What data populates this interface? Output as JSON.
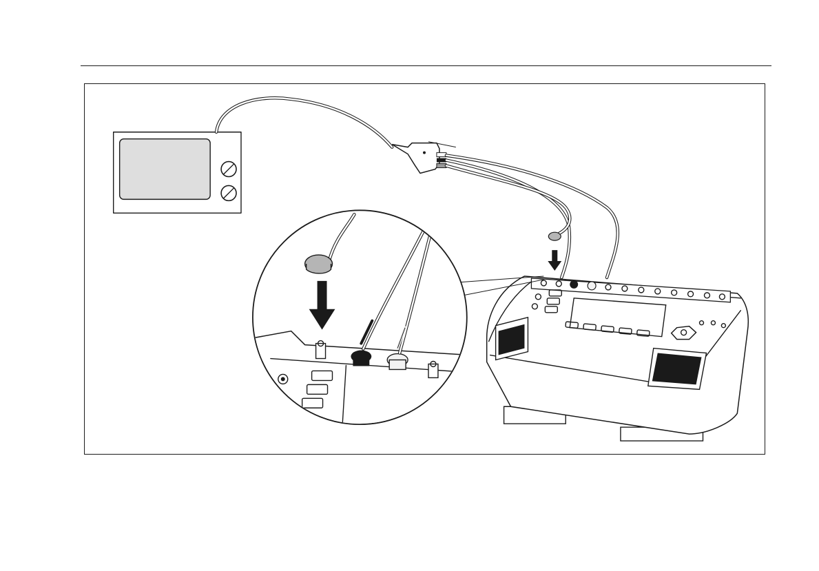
{
  "page": {
    "background": "#ffffff",
    "ink": "#1a1a1a",
    "screen_fill": "#dedede",
    "lead_gray": "#b5b5b5",
    "lead_black": "#1a1a1a",
    "lead_white": "#f2f2f2"
  },
  "figure": {
    "parts": [
      "ecg-monitor",
      "patient-cable-splitter",
      "lead-wires",
      "snap-electrode-gray",
      "analyzer-unit",
      "magnified-inset"
    ]
  }
}
